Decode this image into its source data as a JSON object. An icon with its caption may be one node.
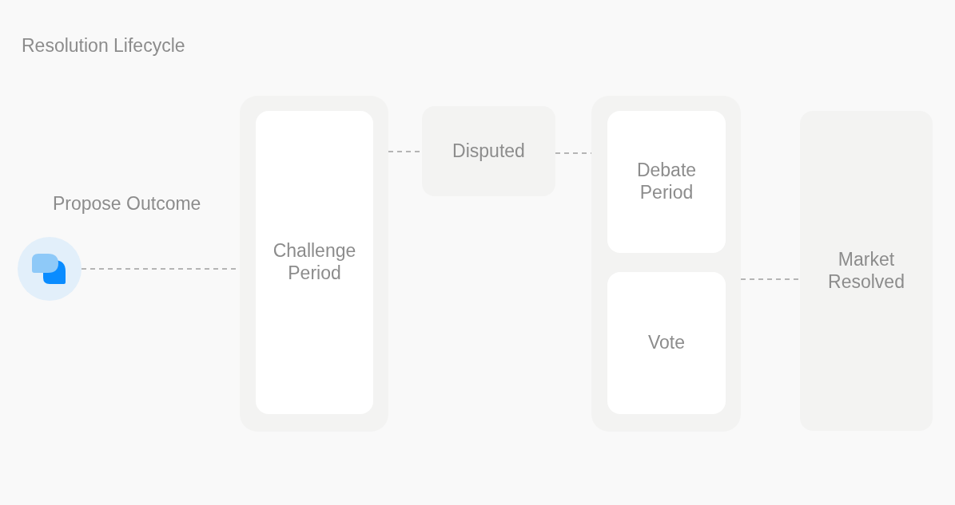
{
  "diagram": {
    "title": "Resolution Lifecycle",
    "nodes": [
      {
        "text": [],
        "shape": "circle",
        "beside": [
          "Propose Outcome"
        ]
      },
      {
        "text": [],
        "shape": "box"
      },
      {
        "text": [
          "Challenge Period"
        ],
        "in": 1
      },
      {
        "text": [
          "Disputed"
        ]
      },
      {
        "text": [],
        "shape": "box"
      },
      {
        "text": [
          "Debate Period"
        ],
        "in": 4
      },
      {
        "text": [
          "Vote"
        ],
        "in": 4
      },
      {
        "text": [
          "Market Resolved"
        ]
      }
    ],
    "edges": [
      {
        "from": 0,
        "to": 1,
        "arrow": "none",
        "style": "dashed"
      },
      {
        "from": 1,
        "to": 3,
        "arrow": "none",
        "style": "dashed"
      },
      {
        "from": 3,
        "to": 4,
        "arrow": "none",
        "style": "dashed"
      },
      {
        "from": 4,
        "to": 7,
        "arrow": "none",
        "style": "dashed"
      }
    ]
  }
}
